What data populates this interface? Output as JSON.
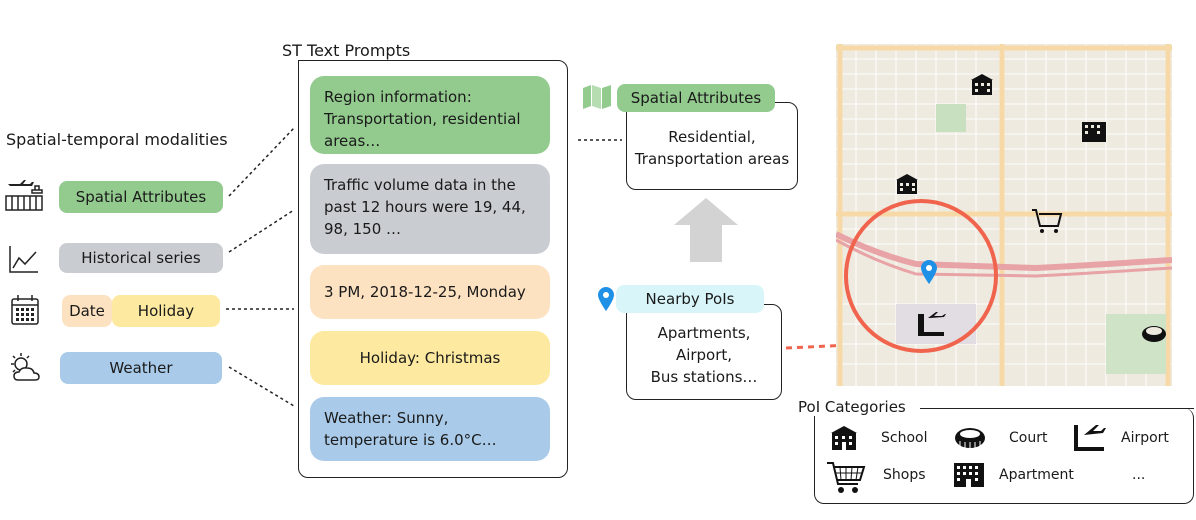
{
  "left": {
    "title": "Spatial-temporal modalities",
    "spatial": "Spatial Attributes",
    "historical": "Historical series",
    "date": "Date",
    "holiday": "Holiday",
    "weather": "Weather"
  },
  "prompts": {
    "title": "ST Text Prompts",
    "region": "Region information:\nTransportation, residential\nareas…",
    "traffic": "Traffic volume data in the\npast 12 hours were 19, 44,\n98, 150 …",
    "time": "3 PM, 2018-12-25, Monday",
    "holiday": "Holiday:  Christmas",
    "weather": "Weather: Sunny,\ntemperature is 6.0°C…"
  },
  "middle": {
    "spatial_label": "Spatial Attributes",
    "spatial_text": "Residential,\nTransportation areas",
    "poi_label": "Nearby PoIs",
    "poi_text": "Apartments,\nAirport,\nBus stations…"
  },
  "legend": {
    "title": "PoI Categories",
    "school": "School",
    "court": "Court",
    "airport": "Airport",
    "shops": "Shops",
    "apartment": "Apartment",
    "more": "..."
  },
  "colors": {
    "green": "#93cb8f",
    "gray": "#c9ccd1",
    "peach": "#fde2c2",
    "yellow": "#fde99f",
    "blue": "#a9cbe9",
    "cyan": "#d8f6fa",
    "circle": "#f0644e",
    "pin": "#1e90e6"
  }
}
